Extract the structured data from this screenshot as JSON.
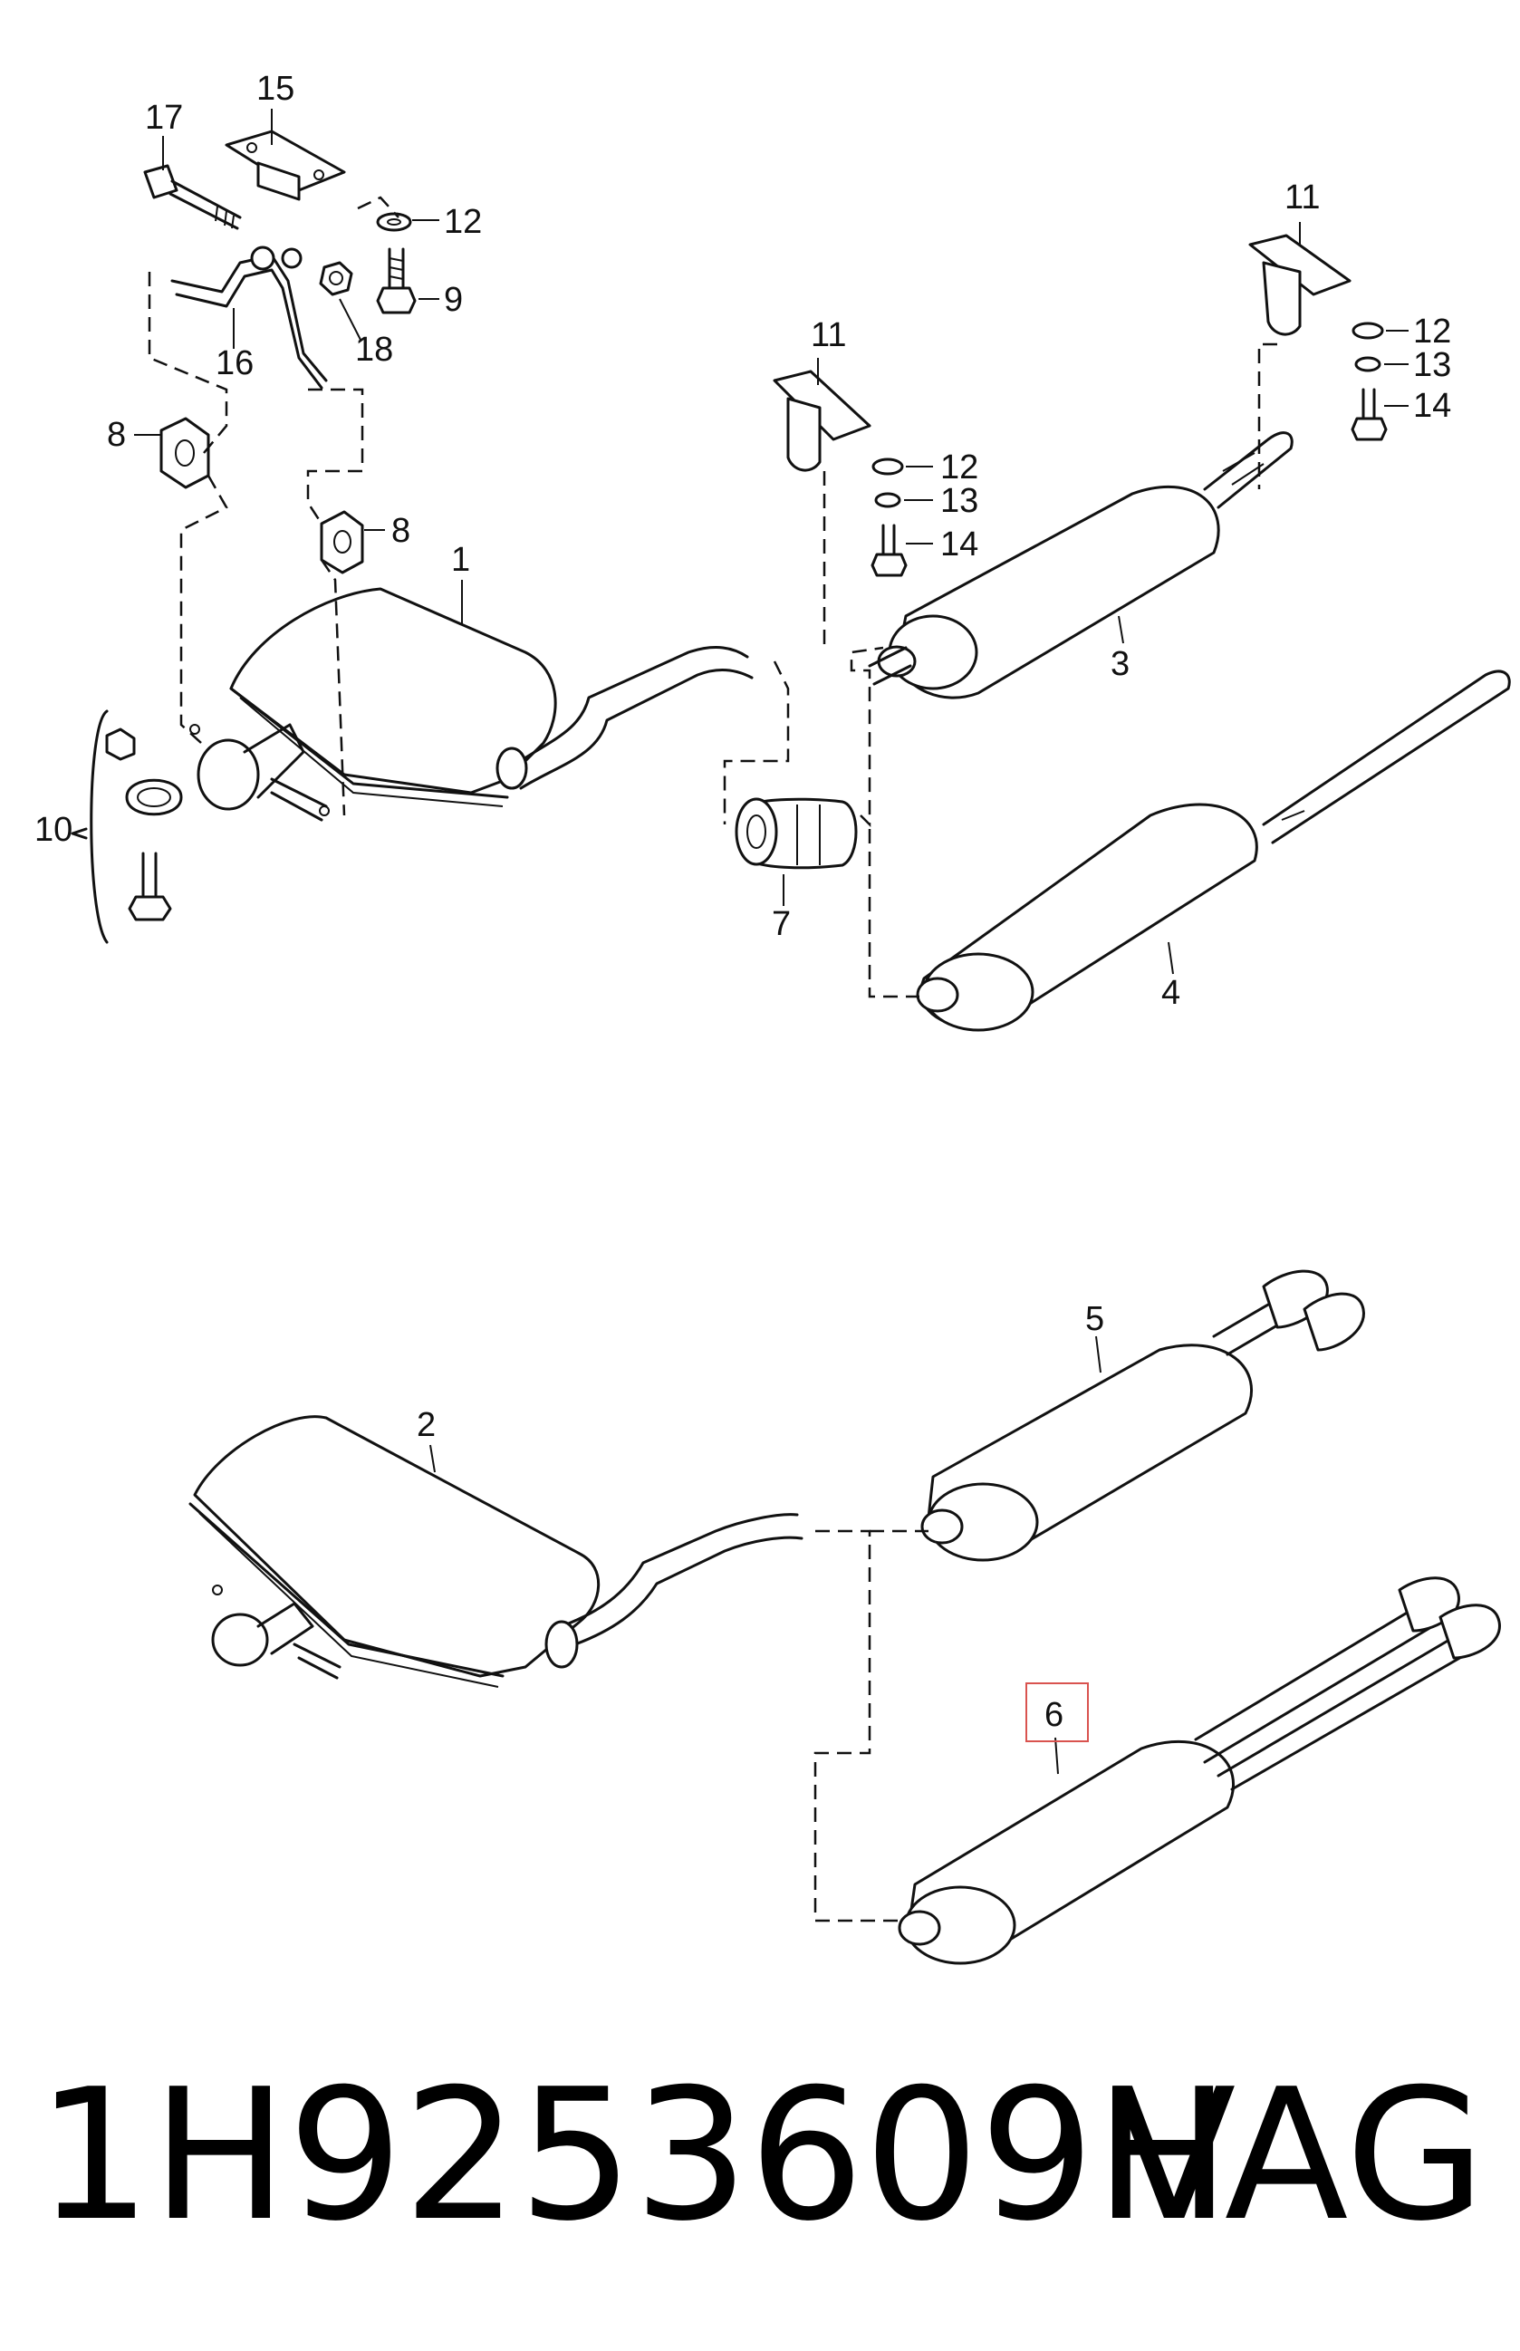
{
  "callouts": [
    "1",
    "2",
    "3",
    "4",
    "5",
    "6",
    "7",
    "8",
    "9",
    "10",
    "11",
    "12",
    "13",
    "14",
    "15",
    "16",
    "17",
    "18"
  ],
  "highlighted_callout": "6",
  "footer": {
    "part_number": "1H9253609H",
    "brand": "VAG"
  },
  "colors": {
    "line": "#111111",
    "highlight": "#d9534f",
    "background": "#ffffff"
  }
}
